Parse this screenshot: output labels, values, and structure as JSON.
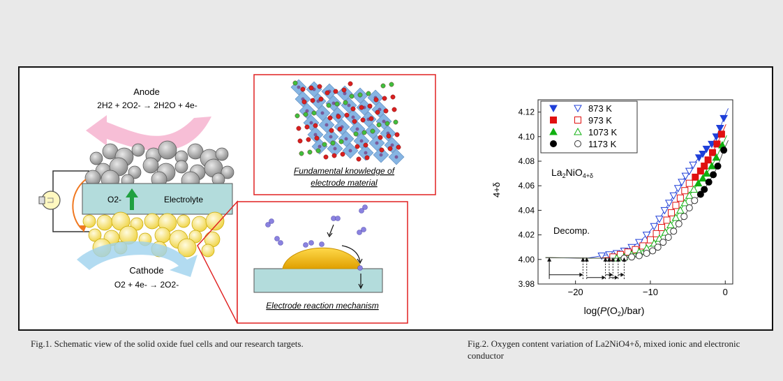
{
  "fig1": {
    "anode_label": "Anode",
    "anode_reaction": "2H2 + 2O2- → 2H2O + 4e-",
    "electrolyte_label": "Electrolyte",
    "oxide_ion": "O2-",
    "cathode_label": "Cathode",
    "cathode_reaction": "O2 + 4e- → 2O2-",
    "knowledge_line1": "Fundamental knowledge of",
    "knowledge_line2": "electrode material",
    "mechanism_label": "Electrode reaction mechanism",
    "caption": "Fig.1. Schematic view of the solid oxide fuel cells and our research targets."
  },
  "fig2": {
    "caption": "Fig.2. Oxygen content variation of La2NiO4+δ, mixed ionic and electronic conductor",
    "compound_label": "La2NiO4+δ",
    "decomp_label": "Decomp."
  },
  "chart_data": {
    "type": "scatter",
    "xlabel": "log(P(O2)/bar)",
    "ylabel": "4+δ",
    "xlim": [
      -25,
      1
    ],
    "ylim": [
      3.98,
      4.13
    ],
    "xticks": [
      -20,
      -10,
      0
    ],
    "yticks": [
      3.98,
      4.0,
      4.02,
      4.04,
      4.06,
      4.08,
      4.1,
      4.12
    ],
    "legend_position": "top-left",
    "series": [
      {
        "name": "873 K",
        "color": "#1f3fd8",
        "marker": "triangle-down",
        "filled": {
          "x": [
            -3.5,
            -3.0,
            -2.5,
            -1.8,
            -1.2,
            -0.7,
            -0.2
          ],
          "y": [
            4.083,
            4.086,
            4.09,
            4.094,
            4.1,
            4.107,
            4.115
          ]
        },
        "open": {
          "x": [
            -16.5,
            -15.5,
            -14.5,
            -13.5,
            -12.5,
            -11.5,
            -10.5,
            -9.5,
            -8.8,
            -8.1,
            -7.5,
            -6.9,
            -6.3,
            -5.8,
            -5.3,
            -4.8,
            -4.3
          ],
          "y": [
            4.003,
            4.004,
            4.005,
            4.007,
            4.01,
            4.014,
            4.02,
            4.027,
            4.033,
            4.04,
            4.046,
            4.052,
            4.058,
            4.063,
            4.068,
            4.072,
            4.077
          ]
        }
      },
      {
        "name": "973 K",
        "color": "#e01010",
        "marker": "square",
        "filled": {
          "x": [
            -4.0,
            -3.3,
            -2.8,
            -2.3,
            -1.7,
            -1.1,
            -0.5
          ],
          "y": [
            4.067,
            4.072,
            4.076,
            4.081,
            4.087,
            4.094,
            4.102
          ]
        },
        "open": {
          "x": [
            -15.0,
            -14.0,
            -13.0,
            -12.0,
            -11.0,
            -10.0,
            -9.2,
            -8.5,
            -7.8,
            -7.2,
            -6.6,
            -6.0,
            -5.4,
            -4.8
          ],
          "y": [
            4.002,
            4.004,
            4.006,
            4.008,
            4.011,
            4.016,
            4.021,
            4.026,
            4.032,
            4.038,
            4.044,
            4.05,
            4.056,
            4.062
          ]
        }
      },
      {
        "name": "1073 K",
        "color": "#10b010",
        "marker": "triangle-up",
        "filled": {
          "x": [
            -3.6,
            -3.0,
            -2.5,
            -1.8,
            -1.2,
            -0.4
          ],
          "y": [
            4.062,
            4.066,
            4.07,
            4.076,
            4.083,
            4.093
          ]
        },
        "open": {
          "x": [
            -14.5,
            -13.5,
            -12.5,
            -11.5,
            -10.5,
            -9.5,
            -8.8,
            -8.0,
            -7.3,
            -6.6,
            -6.0,
            -5.4,
            -4.8,
            -4.2
          ],
          "y": [
            4.001,
            4.002,
            4.004,
            4.006,
            4.009,
            4.013,
            4.017,
            4.022,
            4.028,
            4.034,
            4.04,
            4.046,
            4.052,
            4.057
          ]
        }
      },
      {
        "name": "1173 K",
        "color": "#000000",
        "marker": "circle",
        "filled": {
          "x": [
            -3.3,
            -2.8,
            -2.2,
            -1.6,
            -1.0,
            -0.2
          ],
          "y": [
            4.053,
            4.057,
            4.063,
            4.069,
            4.076,
            4.089
          ]
        },
        "open": {
          "x": [
            -13.5,
            -12.5,
            -11.5,
            -10.5,
            -9.7,
            -9.0,
            -8.3,
            -7.6,
            -6.9,
            -6.2,
            -5.5,
            -4.8,
            -4.1
          ],
          "y": [
            4.001,
            4.002,
            4.003,
            4.005,
            4.007,
            4.01,
            4.014,
            4.018,
            4.023,
            4.029,
            4.035,
            4.042,
            4.048
          ]
        }
      }
    ],
    "decomposition_x": [
      -23.5,
      -19.0,
      -18.5,
      -16.0,
      -15.5,
      -15.0,
      -14.3,
      -13.5
    ],
    "decomposition_arrows": [
      {
        "x_from": -23.5,
        "x_to": -19.0
      },
      {
        "x_from": -18.5,
        "x_to": -16.0
      },
      {
        "x_from": -16.0,
        "x_to": -15.0
      },
      {
        "x_from": -15.5,
        "x_to": -14.3
      },
      {
        "x_from": -14.3,
        "x_to": -13.5
      }
    ]
  }
}
